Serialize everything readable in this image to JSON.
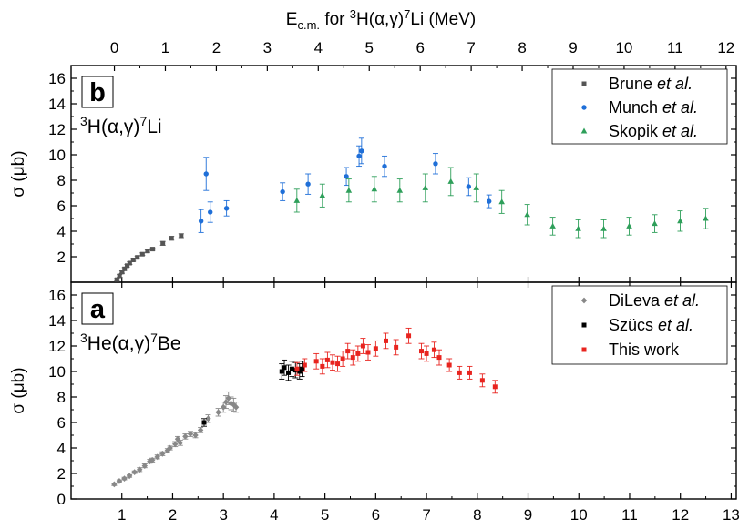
{
  "chart_data": [
    {
      "panel": "b",
      "type": "scatter",
      "reaction": "3H(α,γ)7Li",
      "top_axis_label": "E",
      "top_axis_label_sub": "c.m.",
      "top_axis_label_rest": " for ",
      "top_axis_label_reaction": "3H(α,γ)7Li",
      "top_axis_unit": " (MeV)",
      "top_ticks": [
        "0",
        "1",
        "2",
        "3",
        "4",
        "5",
        "6",
        "7",
        "8",
        "9",
        "10",
        "11",
        "12"
      ],
      "top_xlim": [
        -0.85,
        12.2
      ],
      "ylabel": "σ (μb)",
      "ylim": [
        0,
        17
      ],
      "yticks": [
        "2",
        "4",
        "6",
        "8",
        "10",
        "12",
        "14",
        "16"
      ],
      "legend_position": "top-right",
      "series": [
        {
          "name": "Brune",
          "name_suffix": " et al.",
          "color": "#555555",
          "marker": "square",
          "points": [
            [
              0.05,
              0.2,
              0.1
            ],
            [
              0.1,
              0.5,
              0.1
            ],
            [
              0.15,
              0.8,
              0.1
            ],
            [
              0.2,
              1.05,
              0.1
            ],
            [
              0.25,
              1.3,
              0.1
            ],
            [
              0.3,
              1.5,
              0.1
            ],
            [
              0.37,
              1.75,
              0.1
            ],
            [
              0.45,
              1.95,
              0.1
            ],
            [
              0.55,
              2.2,
              0.1
            ],
            [
              0.65,
              2.45,
              0.1
            ],
            [
              0.75,
              2.6,
              0.1
            ],
            [
              0.95,
              3.05,
              0.15
            ],
            [
              1.12,
              3.45,
              0.15
            ],
            [
              1.31,
              3.65,
              0.15
            ]
          ]
        },
        {
          "name": "Munch",
          "name_suffix": " et al.",
          "color": "#1f6fd8",
          "marker": "circle",
          "points": [
            [
              1.7,
              4.8,
              0.9
            ],
            [
              1.8,
              8.5,
              1.3
            ],
            [
              1.88,
              5.5,
              0.8
            ],
            [
              2.2,
              5.8,
              0.6
            ],
            [
              3.3,
              7.1,
              0.7
            ],
            [
              3.8,
              7.7,
              0.8
            ],
            [
              4.55,
              8.3,
              0.7
            ],
            [
              4.8,
              9.9,
              0.8
            ],
            [
              4.85,
              10.3,
              1.0
            ],
            [
              5.3,
              9.1,
              0.8
            ],
            [
              6.3,
              9.3,
              0.8
            ],
            [
              6.95,
              7.5,
              0.7
            ],
            [
              7.35,
              6.35,
              0.5
            ]
          ]
        },
        {
          "name": "Skopik",
          "name_suffix": " et al.",
          "color": "#2e9f5a",
          "marker": "triangle",
          "points": [
            [
              3.58,
              6.4,
              0.9
            ],
            [
              4.08,
              6.8,
              0.9
            ],
            [
              4.6,
              7.2,
              0.9
            ],
            [
              5.1,
              7.3,
              1.0
            ],
            [
              5.6,
              7.2,
              0.9
            ],
            [
              6.1,
              7.4,
              1.1
            ],
            [
              6.6,
              7.9,
              1.1
            ],
            [
              7.1,
              7.4,
              1.1
            ],
            [
              7.6,
              6.3,
              0.9
            ],
            [
              8.1,
              5.3,
              0.8
            ],
            [
              8.6,
              4.4,
              0.7
            ],
            [
              9.1,
              4.2,
              0.7
            ],
            [
              9.6,
              4.2,
              0.7
            ],
            [
              10.1,
              4.4,
              0.7
            ],
            [
              10.6,
              4.6,
              0.7
            ],
            [
              11.1,
              4.8,
              0.8
            ],
            [
              11.6,
              5.0,
              0.8
            ]
          ]
        }
      ]
    },
    {
      "panel": "a",
      "type": "scatter",
      "reaction": "3He(α,γ)7Be",
      "xlabel": "",
      "xlim": [
        0,
        13.1
      ],
      "xticks": [
        "1",
        "2",
        "3",
        "4",
        "5",
        "6",
        "7",
        "8",
        "9",
        "10",
        "11",
        "12",
        "13"
      ],
      "ylabel": "σ (μb)",
      "ylim": [
        0,
        17
      ],
      "yticks": [
        "0",
        "2",
        "4",
        "6",
        "8",
        "10",
        "12",
        "14",
        "16"
      ],
      "legend_position": "top-right",
      "series": [
        {
          "name": "DiLeva",
          "name_suffix": " et al.",
          "color": "#888888",
          "marker": "diamond",
          "points": [
            [
              0.85,
              1.15,
              0.1
            ],
            [
              0.95,
              1.4,
              0.1
            ],
            [
              1.05,
              1.6,
              0.1
            ],
            [
              1.15,
              1.8,
              0.1
            ],
            [
              1.25,
              2.1,
              0.1
            ],
            [
              1.35,
              2.3,
              0.15
            ],
            [
              1.45,
              2.6,
              0.15
            ],
            [
              1.55,
              2.95,
              0.15
            ],
            [
              1.6,
              3.05,
              0.15
            ],
            [
              1.7,
              3.3,
              0.15
            ],
            [
              1.8,
              3.55,
              0.15
            ],
            [
              1.9,
              3.8,
              0.15
            ],
            [
              1.95,
              4.0,
              0.15
            ],
            [
              2.05,
              4.3,
              0.2
            ],
            [
              2.1,
              4.7,
              0.2
            ],
            [
              2.15,
              4.4,
              0.2
            ],
            [
              2.25,
              4.9,
              0.2
            ],
            [
              2.35,
              5.1,
              0.2
            ],
            [
              2.45,
              5.0,
              0.2
            ],
            [
              2.55,
              5.4,
              0.2
            ],
            [
              2.7,
              6.3,
              0.3
            ],
            [
              2.9,
              6.8,
              0.3
            ],
            [
              3.0,
              7.2,
              0.4
            ],
            [
              3.05,
              7.6,
              0.5
            ],
            [
              3.1,
              7.9,
              0.5
            ],
            [
              3.15,
              7.5,
              0.5
            ],
            [
              3.2,
              7.4,
              0.5
            ],
            [
              3.25,
              7.2,
              0.4
            ]
          ]
        },
        {
          "name": "Szücs",
          "name_suffix": " et al.",
          "color": "#000000",
          "marker": "square",
          "points": [
            [
              2.62,
              6.0,
              0.3
            ],
            [
              4.15,
              10.0,
              0.6
            ],
            [
              4.2,
              10.3,
              0.6
            ],
            [
              4.28,
              9.9,
              0.6
            ],
            [
              4.35,
              10.2,
              0.6
            ],
            [
              4.42,
              10.1,
              0.6
            ],
            [
              4.5,
              10.0,
              0.6
            ],
            [
              4.55,
              10.2,
              0.6
            ]
          ]
        },
        {
          "name": "This work",
          "name_suffix": "",
          "color": "#e8241f",
          "marker": "square",
          "points": [
            [
              4.45,
              10.2,
              0.5
            ],
            [
              4.6,
              10.5,
              0.5
            ],
            [
              4.83,
              10.8,
              0.6
            ],
            [
              4.95,
              10.4,
              0.6
            ],
            [
              5.05,
              10.9,
              0.6
            ],
            [
              5.15,
              10.7,
              0.6
            ],
            [
              5.25,
              10.6,
              0.6
            ],
            [
              5.35,
              11.0,
              0.6
            ],
            [
              5.45,
              11.6,
              0.6
            ],
            [
              5.55,
              11.1,
              0.6
            ],
            [
              5.65,
              11.4,
              0.6
            ],
            [
              5.75,
              12.0,
              0.6
            ],
            [
              5.85,
              11.5,
              0.6
            ],
            [
              6.0,
              11.8,
              0.6
            ],
            [
              6.2,
              12.4,
              0.6
            ],
            [
              6.4,
              11.9,
              0.6
            ],
            [
              6.65,
              12.8,
              0.6
            ],
            [
              6.9,
              11.6,
              0.6
            ],
            [
              7.0,
              11.4,
              0.6
            ],
            [
              7.15,
              11.7,
              0.6
            ],
            [
              7.25,
              11.1,
              0.6
            ],
            [
              7.45,
              10.5,
              0.5
            ],
            [
              7.65,
              9.9,
              0.5
            ],
            [
              7.85,
              9.9,
              0.5
            ],
            [
              8.1,
              9.3,
              0.5
            ],
            [
              8.35,
              8.8,
              0.5
            ]
          ]
        }
      ]
    }
  ]
}
